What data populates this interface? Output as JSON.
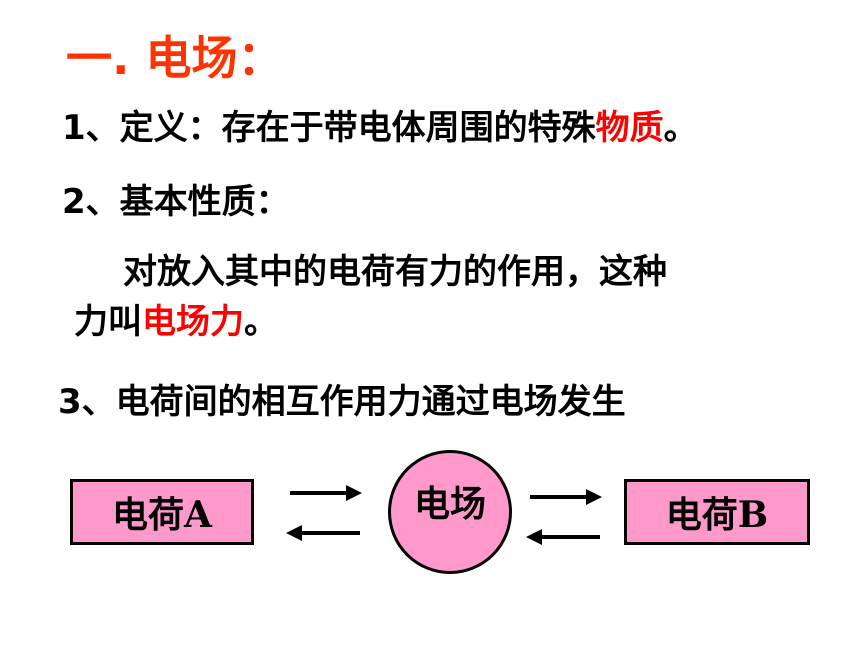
{
  "title": "一. 电场：",
  "line1": {
    "prefix": "1、定义：存在于带电体周围的特殊",
    "highlight": "物质",
    "suffix": "。"
  },
  "line2": "2、基本性质：",
  "line3": "对放入其中的电荷有力的作用，这种",
  "line4": {
    "prefix": "力叫",
    "highlight": "电场力",
    "suffix": "。"
  },
  "line5": "3、电荷间的相互作用力通过电场发生",
  "diagram": {
    "box_left": "电荷A",
    "circle": "电场",
    "box_right": "电荷B"
  },
  "colors": {
    "title": "#ff3300",
    "highlight": "#ff0000",
    "box_fill": "#ff99cc"
  }
}
